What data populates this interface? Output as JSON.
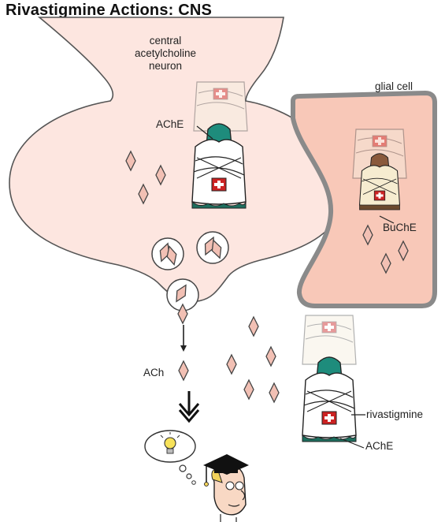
{
  "title": "Rivastigmine Actions: CNS",
  "labels": {
    "neuron_line1": "central",
    "neuron_line2": "acetylcholine",
    "neuron_line3": "neuron",
    "glial_cell": "glial cell",
    "ache_top": "AChE",
    "buche": "BuChE",
    "ach": "ACh",
    "rivastigmine": "rivastigmine",
    "ache_bottom": "AChE"
  },
  "colors": {
    "neuron_fill": "#fde6e0",
    "glial_fill": "#f8c8b8",
    "glial_border": "#8a8a8a",
    "enzyme_teal": "#1e8c7c",
    "ach_fill": "#f2c0b4",
    "cross_red": "#cc2222"
  },
  "icons": [
    "straitjacket-icon",
    "lightbulb-icon",
    "graduate-head-icon",
    "double-arrow-icon"
  ]
}
